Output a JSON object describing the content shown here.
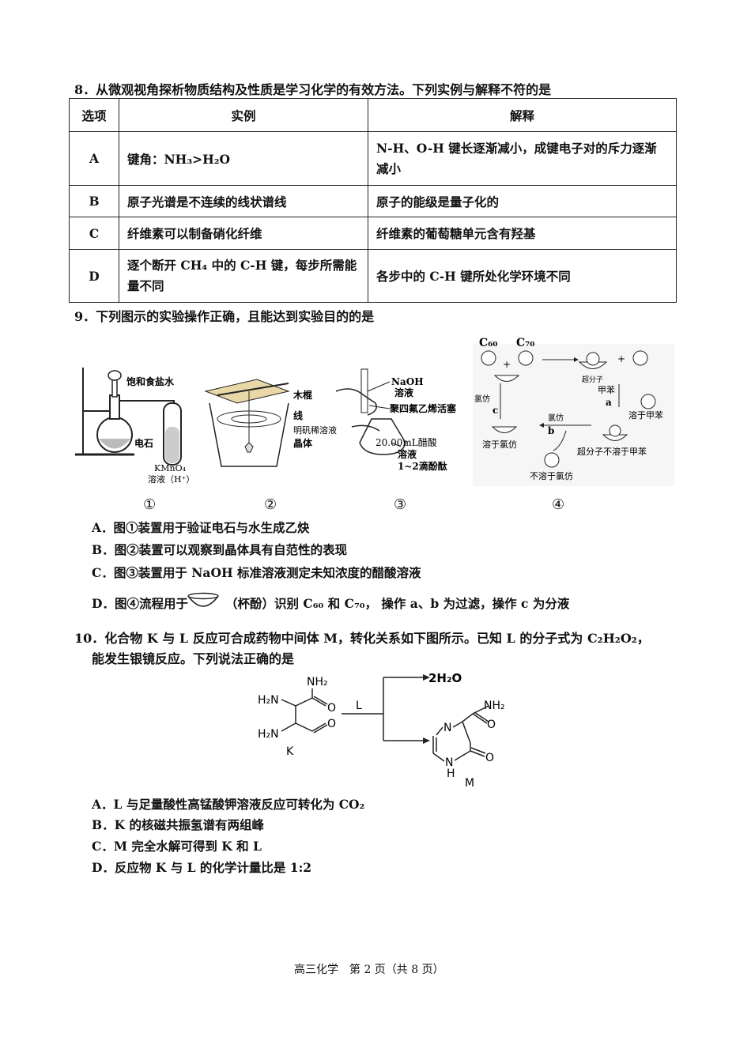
{
  "q8": {
    "stem": "8．从微观视角探析物质结构及性质是学习化学的有效方法。下列实例与解释不符的是",
    "headers": [
      "选项",
      "实例",
      "解释"
    ],
    "rows": [
      {
        "opt": "A",
        "example": "键角：NH₃>H₂O",
        "explain": "N-H、O-H 键长逐渐减小，成键电子对的斥力逐渐减小"
      },
      {
        "opt": "B",
        "example": "原子光谱是不连续的线状谱线",
        "explain": "原子的能级是量子化的"
      },
      {
        "opt": "C",
        "example": "纤维素可以制备硝化纤维",
        "explain": "纤维素的葡萄糖单元含有羟基"
      },
      {
        "opt": "D",
        "example": "逐个断开 CH₄ 中的 C-H 键，每步所需能量不同",
        "explain": "各步中的 C-H 键所处化学环境不同"
      }
    ]
  },
  "q9": {
    "stem": "9．下列图示的实验操作正确，且能达到实验目的的是",
    "fig1": {
      "l1": "饱和食盐水",
      "l2": "电石",
      "l3": "KMnO₄",
      "l4": "溶液（H⁺）",
      "num": "①"
    },
    "fig2": {
      "l1": "木棍",
      "l2": "线",
      "l3": "明矾稀溶液",
      "l4": "晶体",
      "num": "②"
    },
    "fig3": {
      "l1": "NaOH",
      "l2": "溶液",
      "l3": "聚四氟乙烯活塞",
      "l4": "20.00mL醋酸",
      "l5": "溶液",
      "l6": "1~2滴酚酞",
      "num": "③"
    },
    "fig4": {
      "c60": "C₆₀",
      "c70": "C₇₀",
      "chs": "超分子",
      "toluene": "甲苯",
      "a": "a",
      "b": "b",
      "c": "c",
      "dis_tol": "溶于甲苯",
      "chcl3": "氯仿",
      "dis_chcl3": "溶于氯仿",
      "insol_tol": "超分子不溶于甲苯",
      "insol_chcl3": "不溶于氯仿",
      "plus": "+",
      "num": "④"
    },
    "opts": [
      "A．图①装置用于验证电石与水生成乙炔",
      "B．图②装置可以观察到晶体具有自范性的表现",
      "C．图③装置用于 NaOH 标准溶液测定未知浓度的醋酸溶液"
    ],
    "optD_a": "D．图④流程用于",
    "optD_b": "（杯酚）识别 C₆₀ 和 C₇₀， 操作 a、b 为过滤，操作 c 为分液"
  },
  "q10": {
    "stem1": "10．化合物 K 与 L 反应可合成药物中间体 M，转化关系如下图所示。已知 L 的分子式为 C₂H₂O₂，",
    "stem2": "能发生银镜反应。下列说法正确的是",
    "scheme": {
      "nh2": "NH₂",
      "h2n": "H₂N",
      "o": "O",
      "k": "K",
      "l": "L",
      "water": "2H₂O",
      "n": "N",
      "h": "H",
      "m": "M"
    },
    "opts": [
      "A．L 与足量酸性高锰酸钾溶液反应可转化为 CO₂",
      "B．K 的核磁共振氢谱有两组峰",
      "C．M 完全水解可得到 K 和 L",
      "D．反应物 K 与 L 的化学计量比是 1:2"
    ]
  },
  "footer": "高三化学　第 2 页（共 8 页）"
}
